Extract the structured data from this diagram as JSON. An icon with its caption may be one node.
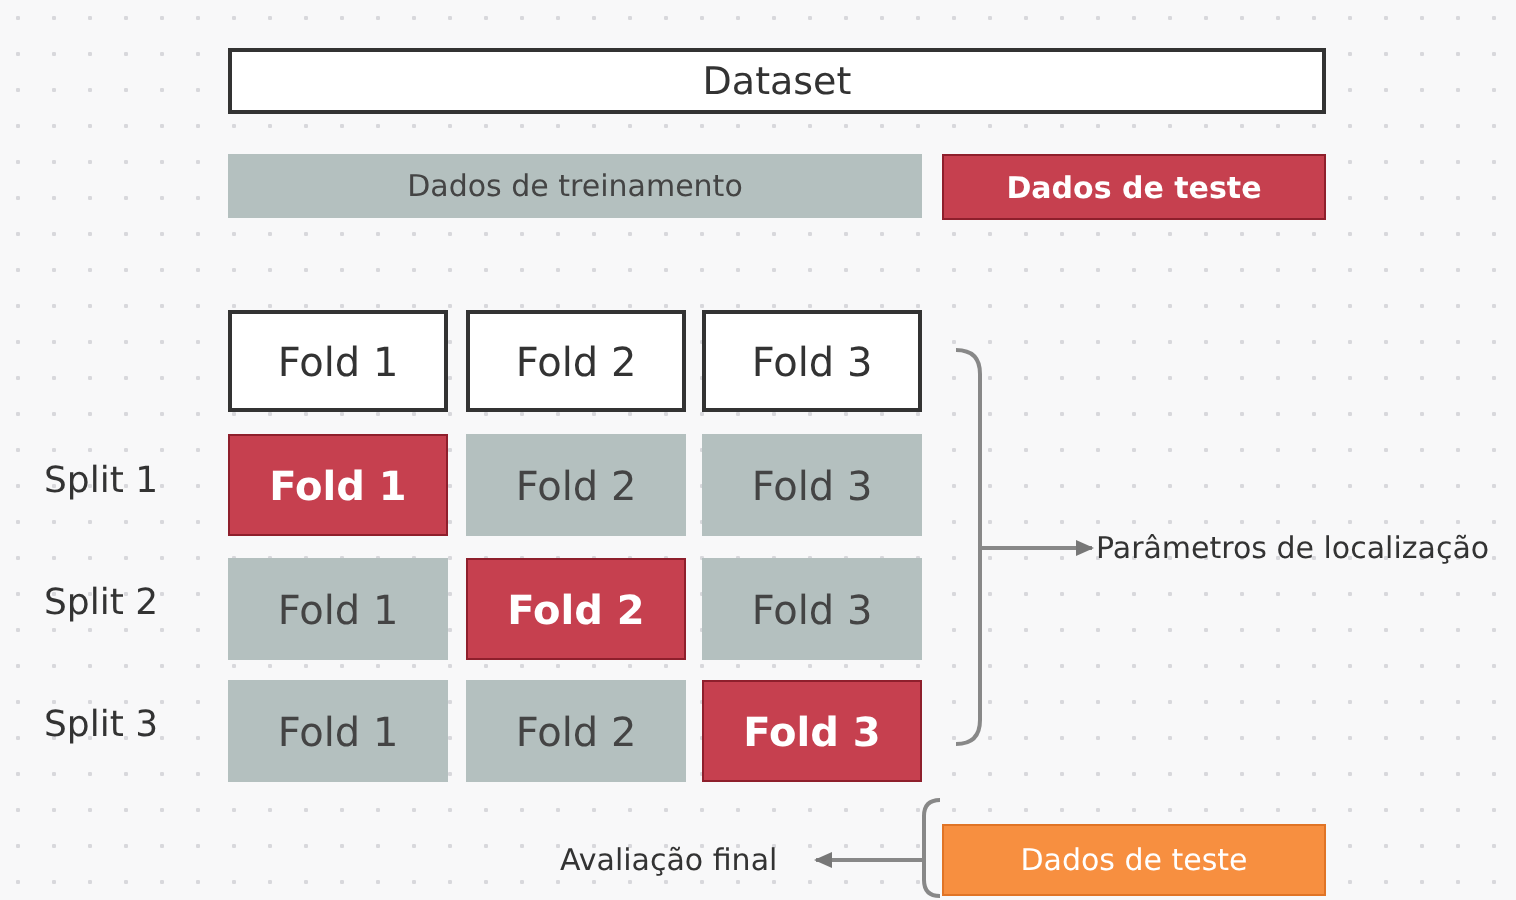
{
  "diagram": {
    "nodes": [
      {
        "text": [
          "Dataset"
        ]
      },
      {
        "text": [
          "Dados de treinamento"
        ]
      },
      {
        "text": [
          "Dados de teste"
        ]
      },
      {
        "text": [
          "Fold 1"
        ]
      },
      {
        "text": [
          "Fold 2"
        ]
      },
      {
        "text": [
          "Fold 3"
        ]
      },
      {
        "text": [
          "Fold 1"
        ]
      },
      {
        "text": [
          "Fold 2"
        ]
      },
      {
        "text": [
          "Fold 3"
        ]
      },
      {
        "text": [
          "Fold 1"
        ]
      },
      {
        "text": [
          "Fold 2"
        ]
      },
      {
        "text": [
          "Fold 3"
        ]
      },
      {
        "text": [
          "Fold 1"
        ]
      },
      {
        "text": [
          "Fold 2"
        ]
      },
      {
        "text": [
          "Fold 3"
        ]
      },
      {
        "text": [],
        "shape": "bracket"
      },
      {
        "text": [
          "Parâmetros de localização"
        ]
      },
      {
        "text": [
          "Avaliação final"
        ]
      },
      {
        "text": [
          "Dados de teste"
        ]
      }
    ],
    "edges": [
      {
        "from": 15,
        "to": 16,
        "arrow": "to"
      },
      {
        "from": 18,
        "to": 17,
        "arrow": "to"
      }
    ],
    "labels": [
      "Split 1",
      "Split 2",
      "Split 3"
    ]
  }
}
